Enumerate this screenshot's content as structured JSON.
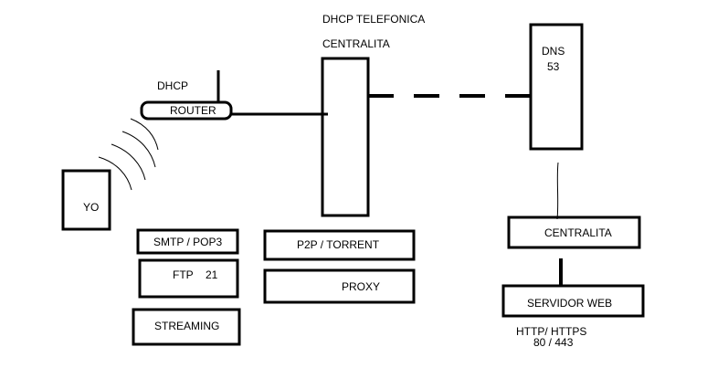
{
  "diagram": {
    "colors": {
      "ink": "#000000",
      "background": "#ffffff"
    },
    "labels": {
      "dhcp_telefonica": "DHCP TELEFONICA",
      "centralita_top": "CENTRALITA",
      "dhcp": "DHCP",
      "router": "ROUTER",
      "dns": "DNS",
      "dns_port": "53",
      "yo": "YO",
      "smtp_pop3": "SMTP / POP3",
      "ftp": "FTP",
      "ftp_port": "21",
      "streaming": "STREAMING",
      "p2p_torrent": "P2P / TORRENT",
      "proxy": "PROXY",
      "centralita_right": "CENTRALITA",
      "servidor_web": "SERVIDOR WEB",
      "http_https": "HTTP/ HTTPS",
      "http_ports": "80 / 443"
    }
  }
}
